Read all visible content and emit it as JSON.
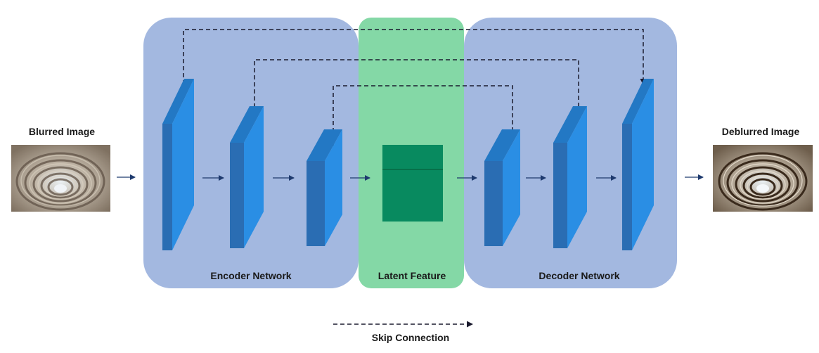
{
  "input": {
    "label": "Blurred Image"
  },
  "output": {
    "label": "Deblurred Image"
  },
  "encoder": {
    "label": "Encoder Network",
    "color": "#a3b8e0"
  },
  "latent": {
    "label": "Latent Feature",
    "color": "#84d8a6",
    "feature_color": "#088a5f"
  },
  "decoder": {
    "label": "Decoder Network",
    "color": "#a3b8e0"
  },
  "legend": {
    "skip_label": "Skip Connection"
  },
  "colors": {
    "layer_front": "#2a6db3",
    "layer_side": "#2a8ee4",
    "layer_top": "#2378c4",
    "arrow": "#1e3a6e",
    "skip_line": "#1a1a2e"
  },
  "icons": [
    "spiral-staircase-photo-blurred",
    "spiral-staircase-photo-sharp"
  ]
}
